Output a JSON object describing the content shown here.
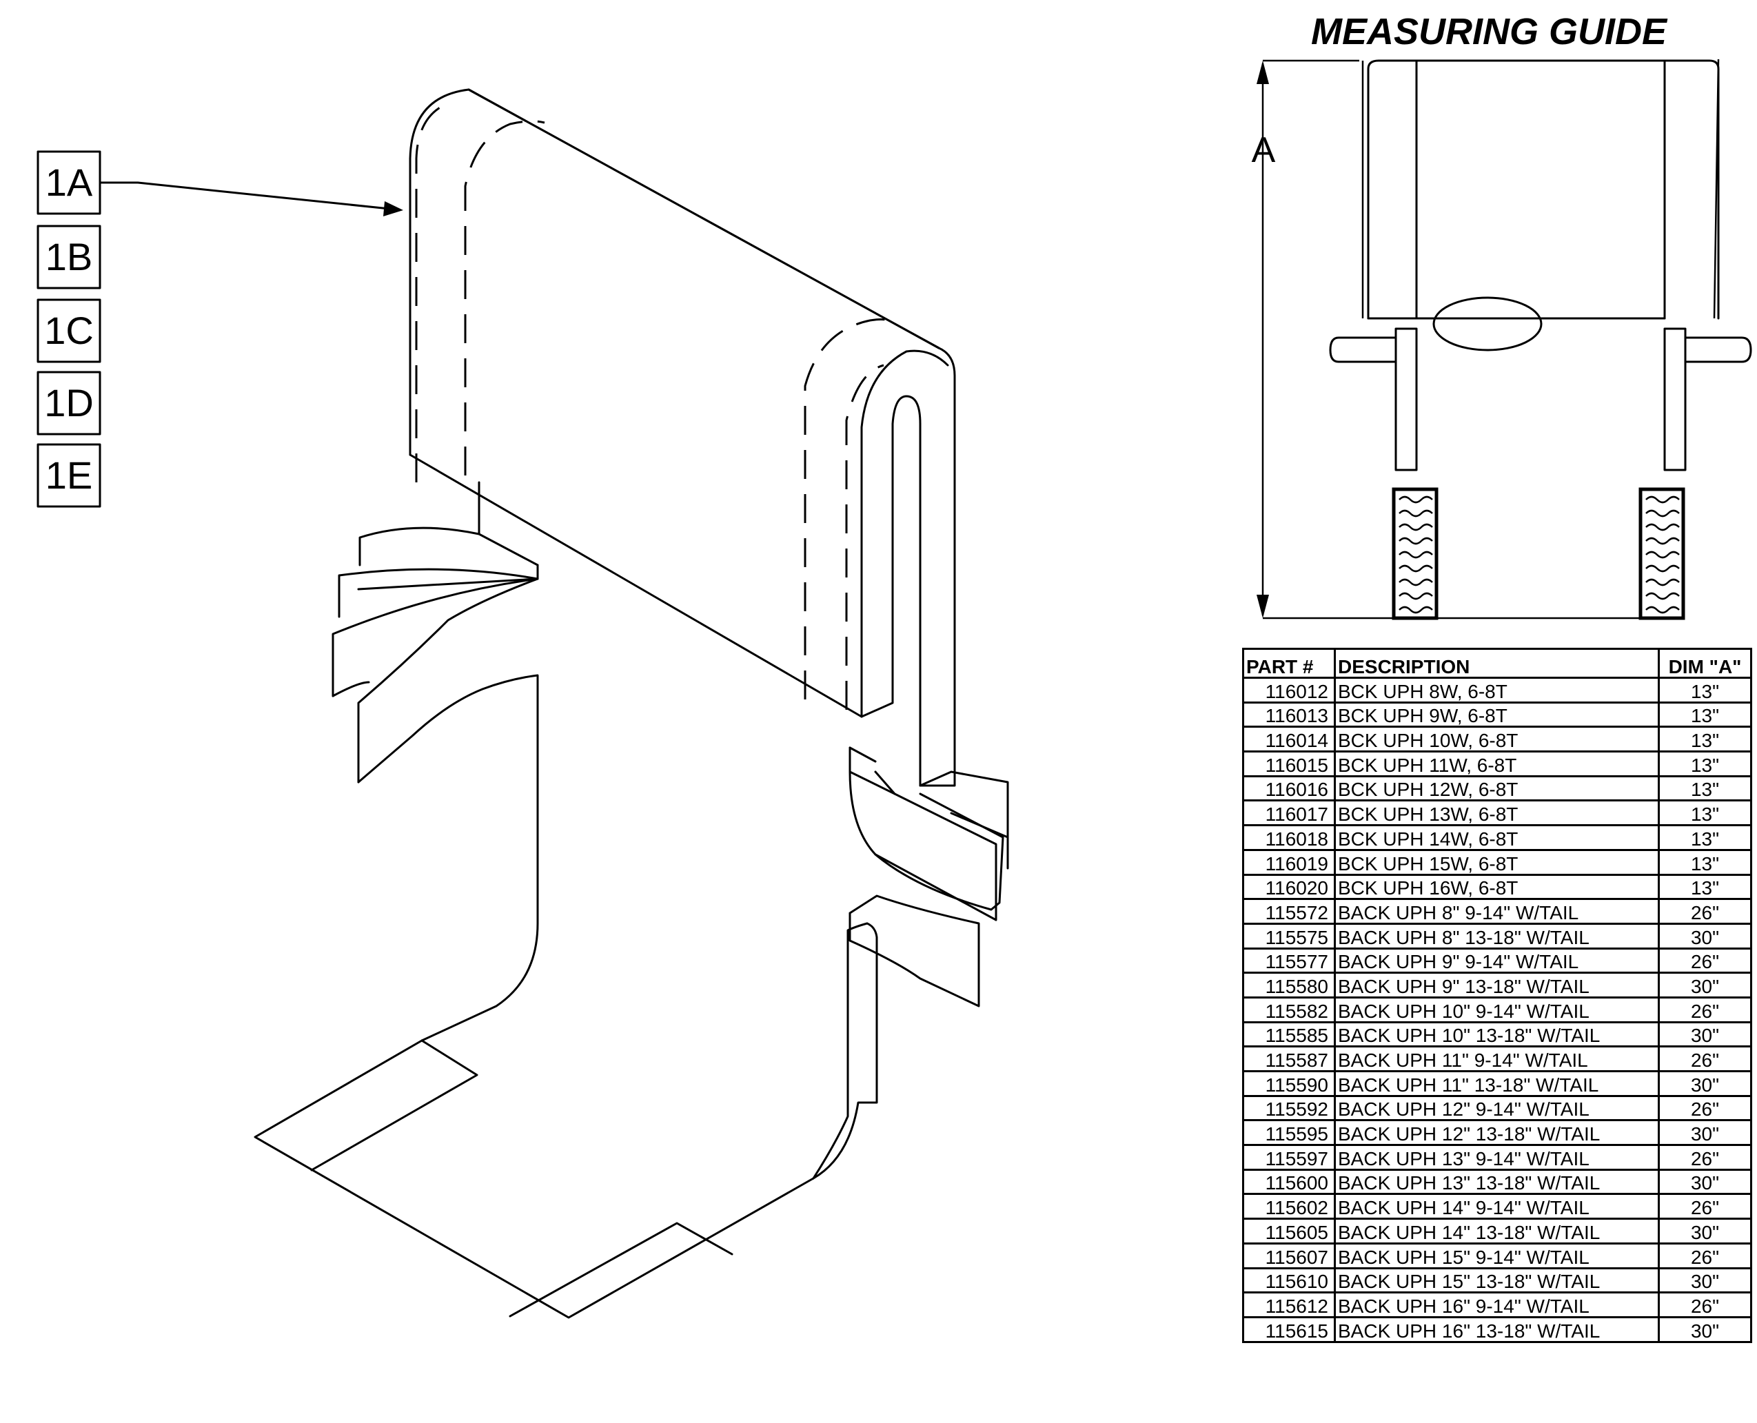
{
  "callouts": [
    "1A",
    "1B",
    "1C",
    "1D",
    "1E"
  ],
  "guide": {
    "title": "MEASURING GUIDE",
    "dimension_label": "A"
  },
  "table": {
    "headers": [
      "PART #",
      "DESCRIPTION",
      "DIM \"A\""
    ],
    "rows": [
      [
        "116012",
        "BCK UPH 8W, 6-8T",
        "13\""
      ],
      [
        "116013",
        "BCK UPH 9W, 6-8T",
        "13\""
      ],
      [
        "116014",
        "BCK UPH 10W, 6-8T",
        "13\""
      ],
      [
        "116015",
        "BCK UPH 11W, 6-8T",
        "13\""
      ],
      [
        "116016",
        "BCK UPH 12W, 6-8T",
        "13\""
      ],
      [
        "116017",
        "BCK UPH 13W, 6-8T",
        "13\""
      ],
      [
        "116018",
        "BCK UPH 14W, 6-8T",
        "13\""
      ],
      [
        "116019",
        "BCK UPH 15W, 6-8T",
        "13\""
      ],
      [
        "116020",
        "BCK UPH 16W, 6-8T",
        "13\""
      ],
      [
        "115572",
        "BACK UPH 8\" 9-14\" W/TAIL",
        "26\""
      ],
      [
        "115575",
        "BACK UPH 8\" 13-18\" W/TAIL",
        "30\""
      ],
      [
        "115577",
        "BACK UPH 9\" 9-14\" W/TAIL",
        "26\""
      ],
      [
        "115580",
        "BACK UPH 9\" 13-18\" W/TAIL",
        "30\""
      ],
      [
        "115582",
        "BACK UPH 10\" 9-14\" W/TAIL",
        "26\""
      ],
      [
        "115585",
        "BACK UPH 10\" 13-18\" W/TAIL",
        "30\""
      ],
      [
        "115587",
        "BACK UPH 11\" 9-14\" W/TAIL",
        "26\""
      ],
      [
        "115590",
        "BACK UPH 11\" 13-18\" W/TAIL",
        "30\""
      ],
      [
        "115592",
        "BACK UPH 12\" 9-14\" W/TAIL",
        "26\""
      ],
      [
        "115595",
        "BACK UPH 12\" 13-18\" W/TAIL",
        "30\""
      ],
      [
        "115597",
        "BACK UPH 13\" 9-14\" W/TAIL",
        "26\""
      ],
      [
        "115600",
        "BACK UPH 13\" 13-18\" W/TAIL",
        "30\""
      ],
      [
        "115602",
        "BACK UPH 14\" 9-14\" W/TAIL",
        "26\""
      ],
      [
        "115605",
        "BACK UPH 14\" 13-18\" W/TAIL",
        "30\""
      ],
      [
        "115607",
        "BACK UPH 15\" 9-14\" W/TAIL",
        "26\""
      ],
      [
        "115610",
        "BACK UPH 15\" 13-18\" W/TAIL",
        "30\""
      ],
      [
        "115612",
        "BACK UPH 16\" 9-14\" W/TAIL",
        "26\""
      ],
      [
        "115615",
        "BACK UPH 16\" 13-18\" W/TAIL",
        "30\""
      ]
    ]
  }
}
